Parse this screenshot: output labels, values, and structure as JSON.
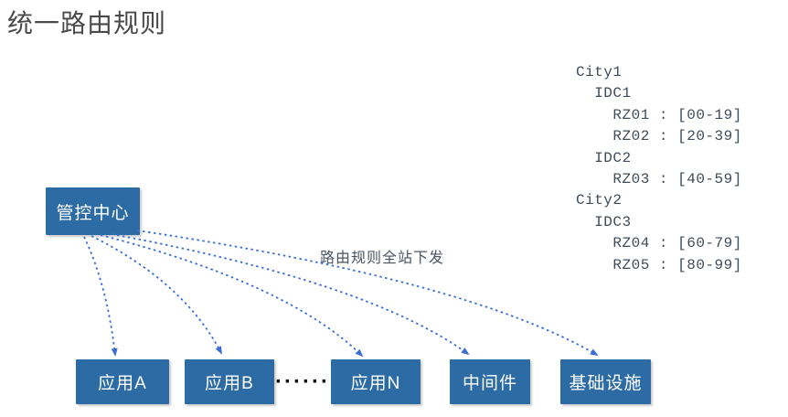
{
  "title": "统一路由规则",
  "control_center": {
    "label": "管控中心"
  },
  "broadcast_label": "路由规则全站下发",
  "routing_table": {
    "lines": [
      "City1",
      "  IDC1",
      "    RZ01 : [00-19]",
      "    RZ02 : [20-39]",
      "  IDC2",
      "    RZ03 : [40-59]",
      "City2",
      "  IDC3",
      "    RZ04 : [60-79]",
      "    RZ05 : [80-99]"
    ]
  },
  "nodes": [
    {
      "label": "应用A"
    },
    {
      "label": "应用B"
    },
    {
      "label": "应用N"
    },
    {
      "label": "中间件"
    },
    {
      "label": "基础设施"
    }
  ],
  "ellipsis": "······",
  "colors": {
    "node_blue": "#2d6ba5",
    "arrow_blue": "#3a6fd4",
    "title_gray": "#4a4a4a",
    "code_text": "#3f4c59",
    "node_text": "#ffffff"
  }
}
